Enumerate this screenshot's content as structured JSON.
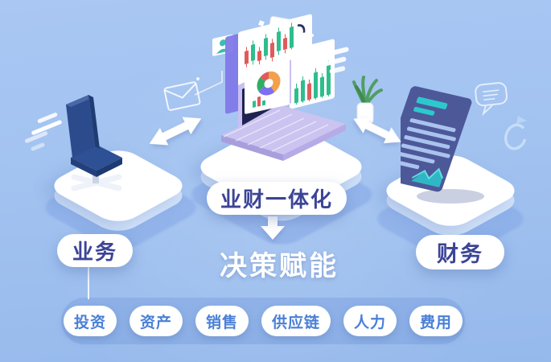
{
  "labels": {
    "business": "业务",
    "finance": "财务",
    "integration": "业财一体化",
    "empowerment": "决策赋能"
  },
  "modules": [
    "投资",
    "资产",
    "销售",
    "供应链",
    "人力",
    "费用"
  ],
  "colors": {
    "background": "#a3c2ef",
    "label_text": "#3c4496",
    "module_text": "#4a80d6",
    "empowerment_text": "#ffffff",
    "chair_blue": "#2d4d8e",
    "document_indigo": "#4d5899",
    "teal_accent": "#2cc8cd",
    "window_purple": "#8179e8",
    "candle_green": "#2fbd8e",
    "candle_red": "#e05b5b"
  },
  "icons": {
    "left_platform": "office-chair",
    "center_platform": "laptop-with-charts",
    "right_platform": "financial-report-document",
    "decor": [
      "envelope-icon",
      "chat-bubble-icon",
      "sync-ring-icon",
      "speed-lines",
      "plant",
      "double-arrow",
      "down-arrow"
    ]
  }
}
